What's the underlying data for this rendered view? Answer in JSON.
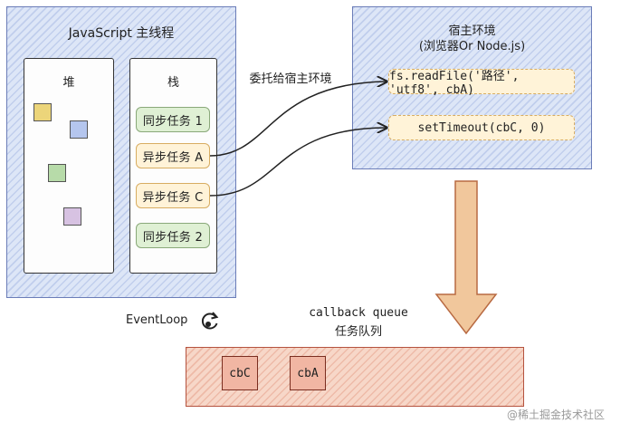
{
  "main_thread": {
    "title": "JavaScript 主线程"
  },
  "heap": {
    "title": "堆",
    "colors": [
      "#ecd57a",
      "#b5c6ee",
      "#b7dba9",
      "#d7c2e2"
    ]
  },
  "stack": {
    "title": "栈",
    "tasks": [
      {
        "label": "同步任务 1",
        "kind": "sync"
      },
      {
        "label": "异步任务 A",
        "kind": "async"
      },
      {
        "label": "异步任务 C",
        "kind": "async"
      },
      {
        "label": "同步任务 2",
        "kind": "sync"
      }
    ]
  },
  "delegate_label": "委托给宿主环境",
  "host": {
    "title": "宿主环境",
    "subtitle": "(浏览器Or Node.js)",
    "items": [
      "fs.readFile('路径', 'utf8', cbA)",
      "setTimeout(cbC, 0)"
    ]
  },
  "event_loop": {
    "label": "EventLoop",
    "icon": "refresh-icon"
  },
  "queue": {
    "title": "callback queue",
    "subtitle": "任务队列",
    "items": [
      "cbC",
      "cbA"
    ]
  },
  "watermark": "@稀土掘金技术社区"
}
